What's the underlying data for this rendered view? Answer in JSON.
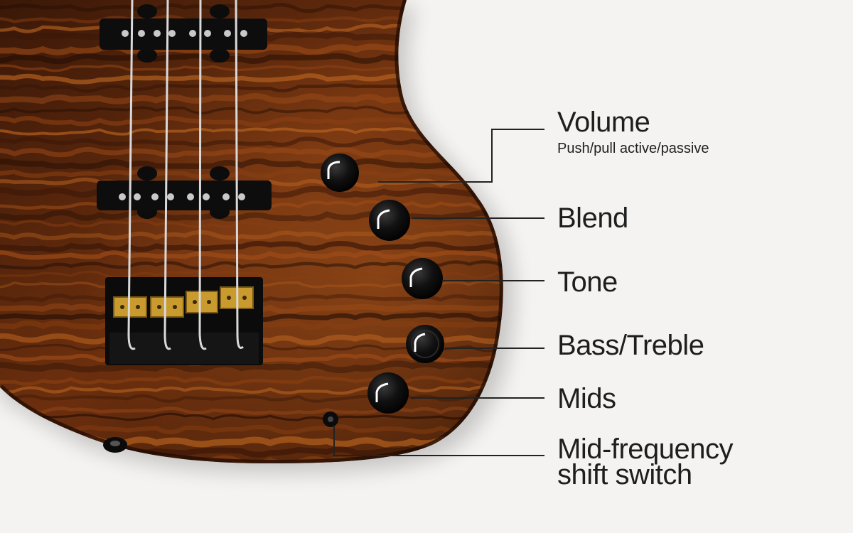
{
  "image": {
    "subject": "bass-guitar-body-controls",
    "colors": {
      "background": "#f4f3f1",
      "wood_dark": "#2a1206",
      "wood_mid": "#6b2f0e",
      "wood_light": "#a8561c",
      "hardware_gold": "#c99a2e",
      "knob": "#0b0b0b",
      "leader_line": "#222222",
      "text": "#1e1e1e"
    }
  },
  "callouts": {
    "volume": {
      "label": "Volume",
      "sublabel": "Push/pull active/passive"
    },
    "blend": {
      "label": "Blend"
    },
    "tone": {
      "label": "Tone"
    },
    "bass_treble": {
      "label": "Bass/Treble"
    },
    "mids": {
      "label": "Mids"
    },
    "mid_shift": {
      "line1": "Mid-frequency",
      "line2": "shift switch"
    }
  }
}
